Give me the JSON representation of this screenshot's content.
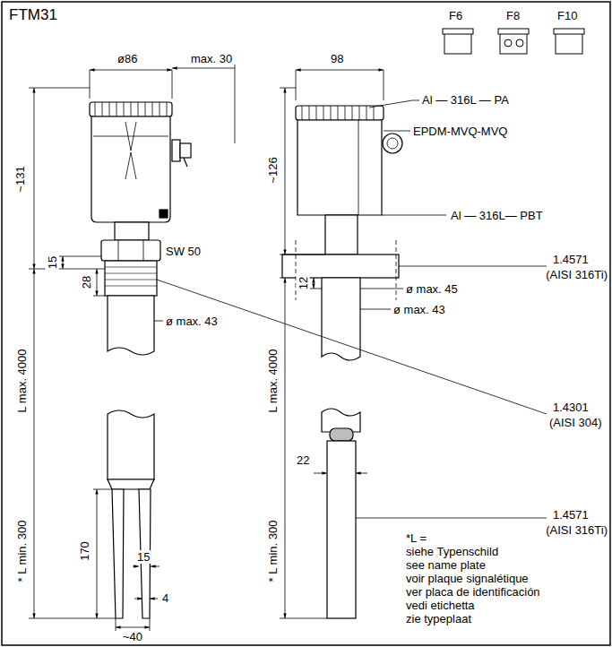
{
  "diagram": {
    "title": "FTM31",
    "labels": [
      "F6",
      "F8",
      "F10",
      "ø86",
      "max. 30",
      "98",
      "Al — 316L — PA",
      "EPDM-MVQ-MVQ",
      "~131",
      "~126",
      "Al — 316L— PBT",
      "SW 50",
      "15",
      "28",
      "1.4571",
      "(AISI 316Ti)",
      "12",
      "ø max. 45",
      "ø max. 43",
      "ø max. 43",
      "1.4301",
      "(AISI 304)",
      "L max. 4000",
      "L max. 4000",
      "1.4571",
      "(AISI 316Ti)",
      "22",
      "170",
      "15",
      "4",
      "* L min. 300",
      "* L min. 300",
      "*L =",
      "siehe Typenschild",
      "see name plate",
      "voir plaque signalétique",
      "ver placa de identificación",
      "vedi etichetta",
      "zie typeplaat",
      "~40"
    ]
  }
}
